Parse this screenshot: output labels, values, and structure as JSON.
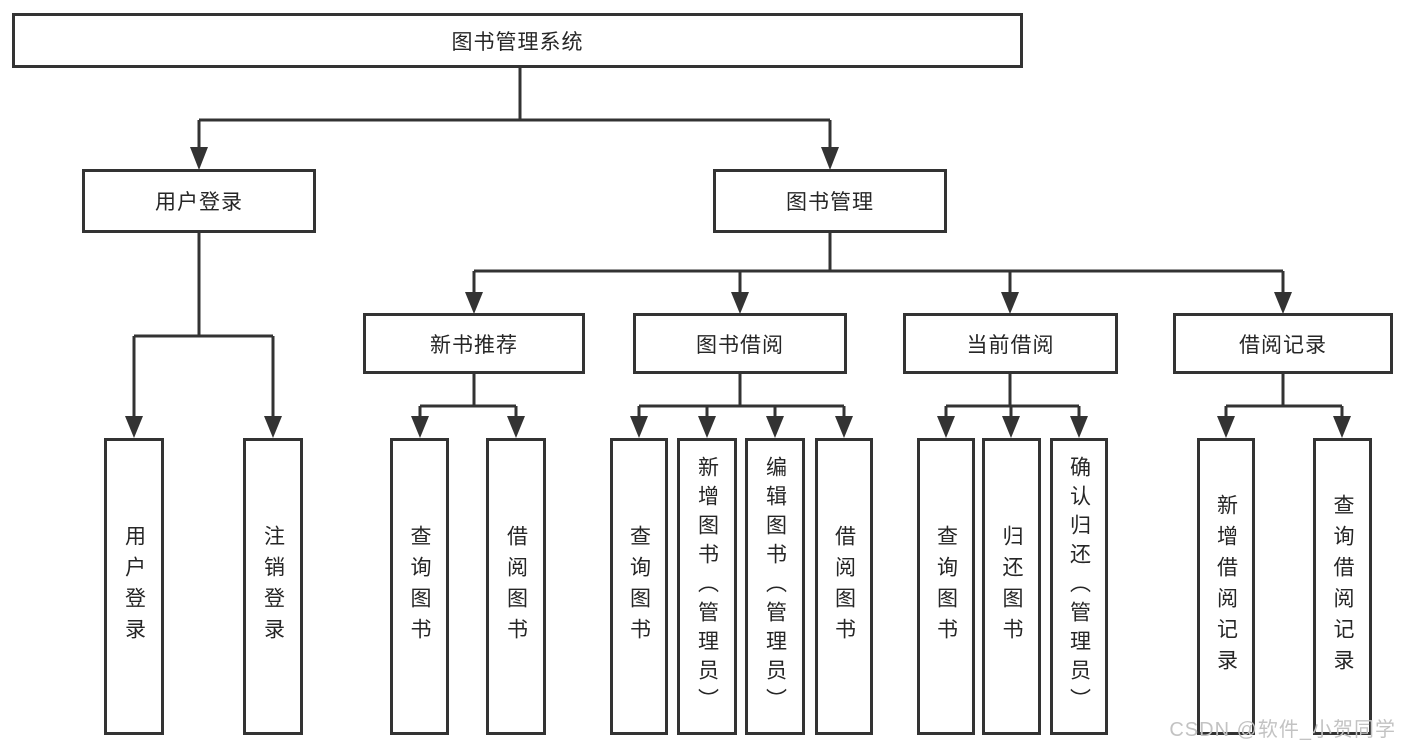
{
  "nodes": {
    "root": "图书管理系统",
    "level2": [
      "用户登录",
      "图书管理"
    ],
    "level3": [
      "新书推荐",
      "图书借阅",
      "当前借阅",
      "借阅记录"
    ],
    "leaves": {
      "login": [
        "用户登录",
        "注销登录"
      ],
      "recommend": [
        "查询图书",
        "借阅图书"
      ],
      "borrow": [
        "查询图书",
        "新增图书（管理员）",
        "编辑图书（管理员）",
        "借阅图书"
      ],
      "current": [
        "查询图书",
        "归还图书",
        "确认归还（管理员）"
      ],
      "records": [
        "新增借阅记录",
        "查询借阅记录"
      ]
    }
  },
  "watermark": "CSDN @软件_小贺同学",
  "colors": {
    "line": "#333333",
    "text": "#262626",
    "watermark": "#c3c3c3",
    "background": "#ffffff"
  }
}
